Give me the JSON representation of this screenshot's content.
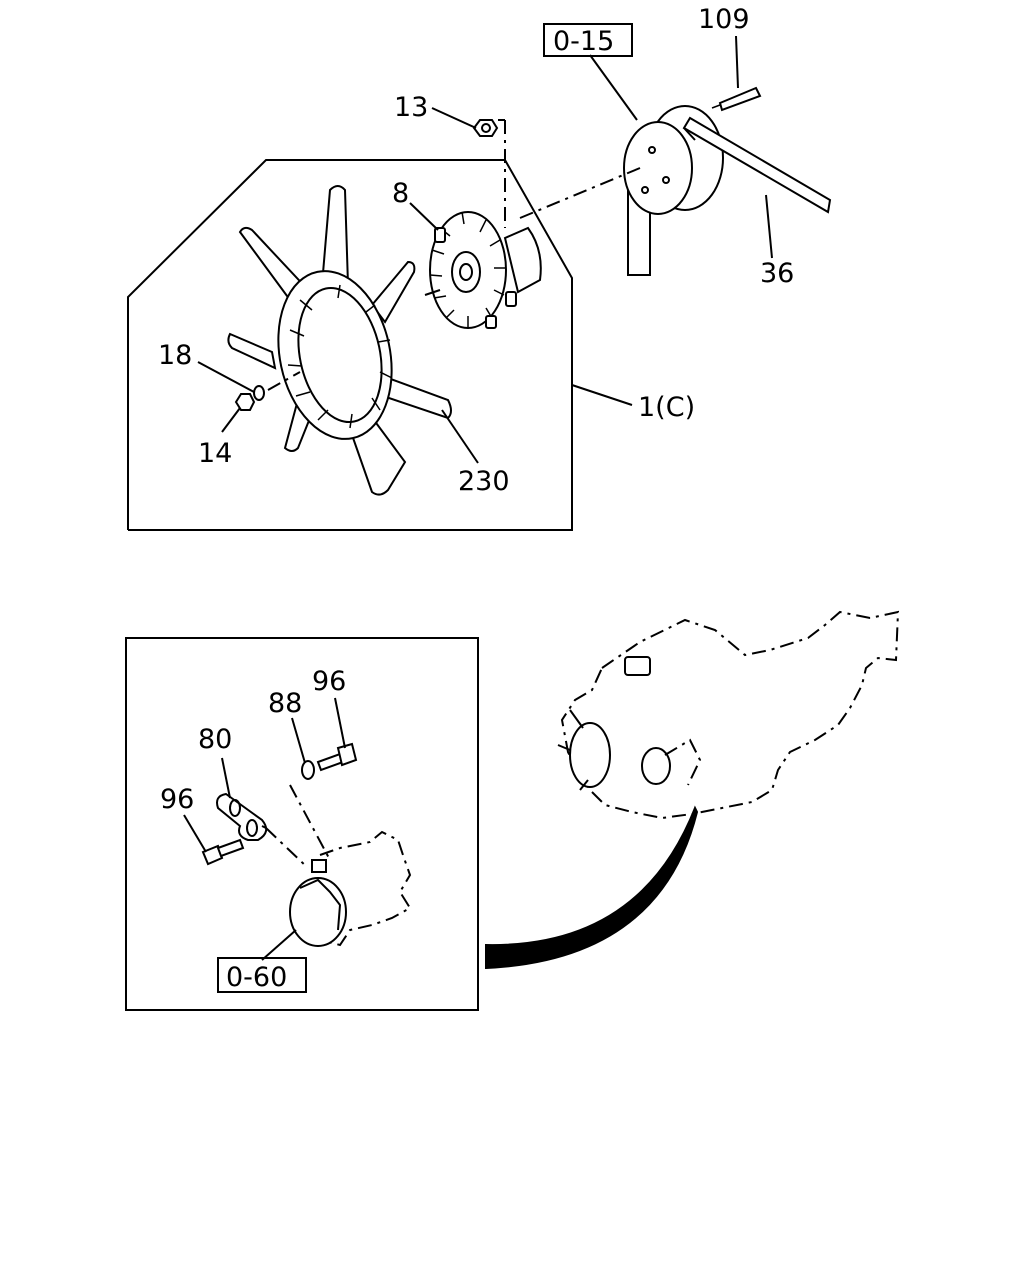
{
  "labels": {
    "l109": "109",
    "l015": "0-15",
    "l13": "13",
    "l8": "8",
    "l36": "36",
    "l18": "18",
    "l1c": "1(C)",
    "l14": "14",
    "l230": "230",
    "l96a": "96",
    "l88": "88",
    "l80": "80",
    "l96b": "96",
    "l060": "0-60"
  }
}
